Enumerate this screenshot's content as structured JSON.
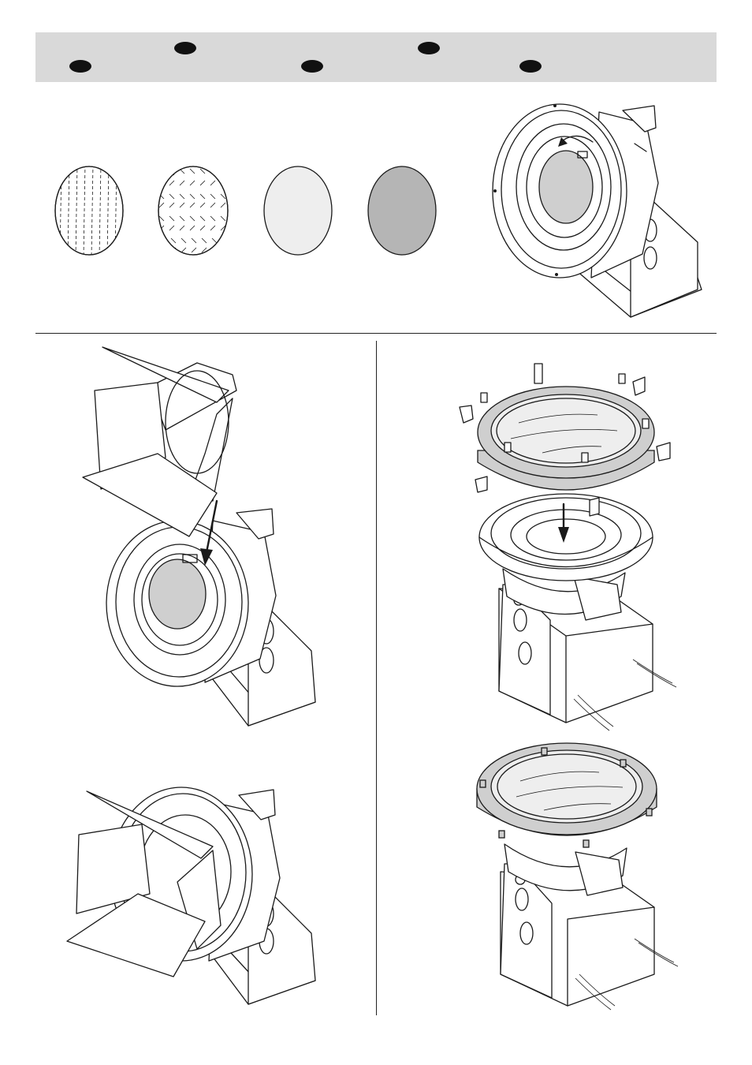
{
  "header": {
    "markers": [
      "marker",
      "marker",
      "marker",
      "marker",
      "marker"
    ]
  },
  "filters": [
    "vertical-lens",
    "spread-lens",
    "frosted-filter",
    "colour-filter"
  ],
  "illustrations": [
    "fixture-front-rotation",
    "barndoor-install",
    "barndoor-installed",
    "lens-cover-install",
    "lens-cover-installed"
  ]
}
